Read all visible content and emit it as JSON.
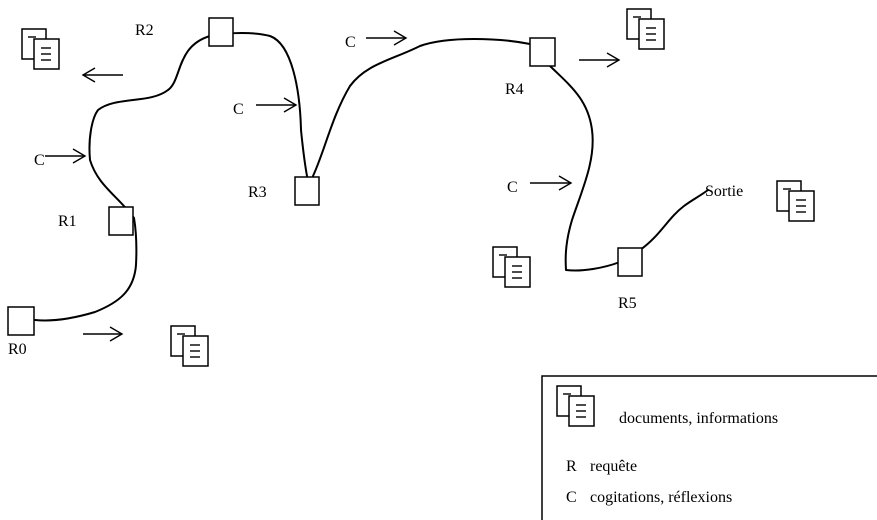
{
  "nodes": {
    "r0": "R0",
    "r1": "R1",
    "r2": "R2",
    "r3": "R3",
    "r4": "R4",
    "r5": "R5",
    "exit": "Sortie"
  },
  "arrows": {
    "c_r1": "C",
    "c_r2": "C",
    "c_r3": "C",
    "c_r4": "C"
  },
  "legend": {
    "documents": "documents, informations",
    "r_symbol": "R",
    "r_text": "requête",
    "c_symbol": "C",
    "c_text": "cogitations, réflexions"
  },
  "icons": {
    "document": "document-stack-icon",
    "query": "query-box-icon",
    "arrow": "arrow-right-icon"
  }
}
